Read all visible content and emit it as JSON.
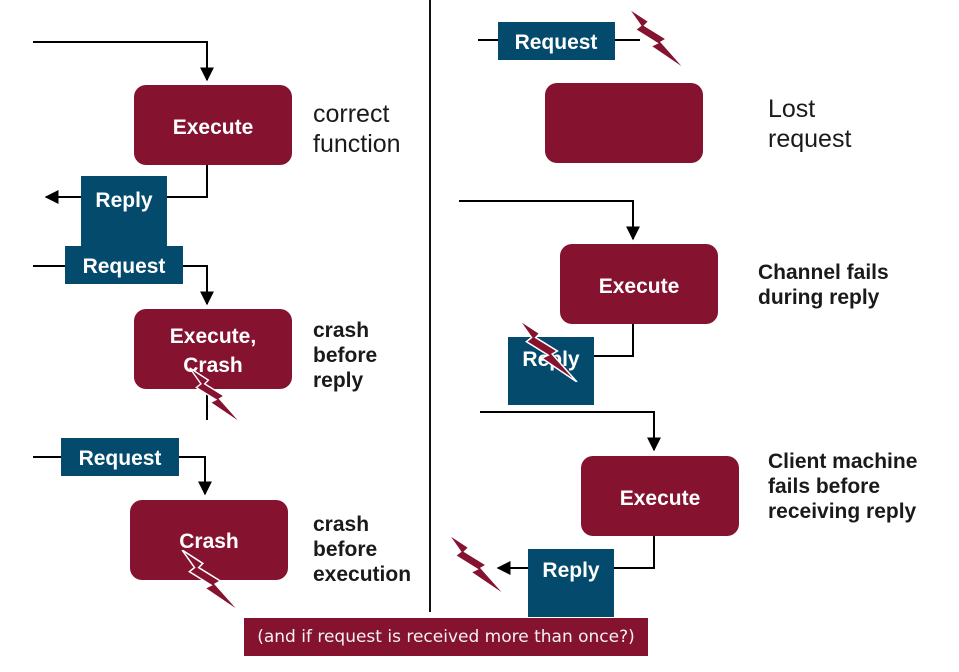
{
  "colors": {
    "execute_box": "#85122f",
    "message_box": "#044a6c",
    "line": "#000000",
    "lightning": "#85122f",
    "box_text": "#ffffff"
  },
  "boxes": {
    "execute_correct": "Execute",
    "reply_correct": "Reply",
    "request_crash_before_reply": "Request",
    "execute_crash_line1": "Execute,",
    "execute_crash_line2": "Crash",
    "request_crash_before_exec": "Request",
    "crash_before_exec": "Crash",
    "request_lost": "Request",
    "lost_request_box": "",
    "execute_channel": "Execute",
    "reply_channel": "Reply",
    "execute_client": "Execute",
    "reply_client": "Reply"
  },
  "labels": {
    "correct_function": [
      "correct",
      "function"
    ],
    "crash_before_reply": [
      "crash",
      "before",
      "reply"
    ],
    "crash_before_execution": [
      "crash",
      "before",
      "execution"
    ],
    "lost_request": [
      "Lost",
      "request"
    ],
    "channel_fails": [
      "Channel fails",
      "during reply"
    ],
    "client_fails": [
      "Client machine",
      "fails before",
      "receiving reply"
    ]
  },
  "footer_note": "(and if request is received more than once?)",
  "icons": [
    "lightning-bolt-icon",
    "arrow-head-icon"
  ]
}
